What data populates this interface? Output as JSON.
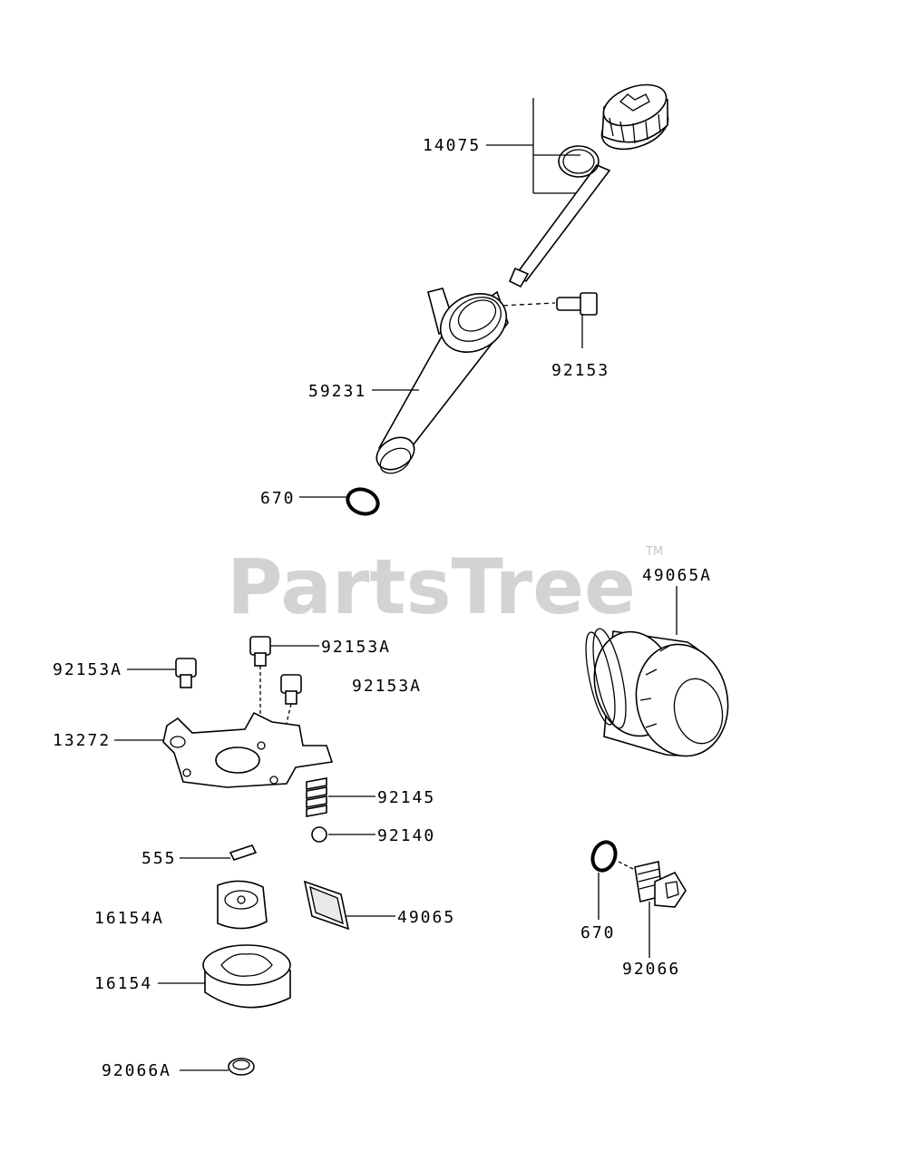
{
  "watermark": {
    "text": "PartsTree",
    "tm": "TM"
  },
  "labels": {
    "p14075": "14075",
    "p92153": "92153",
    "p59231": "59231",
    "p670a": "670",
    "p49065A": "49065A",
    "p92153A_left": "92153A",
    "p92153A_top": "92153A",
    "p92153A_mid": "92153A",
    "p13272": "13272",
    "p92145": "92145",
    "p92140": "92140",
    "p555": "555",
    "p16154A": "16154A",
    "p49065": "49065",
    "p16154": "16154",
    "p92066A": "92066A",
    "p670b": "670",
    "p92066": "92066"
  }
}
